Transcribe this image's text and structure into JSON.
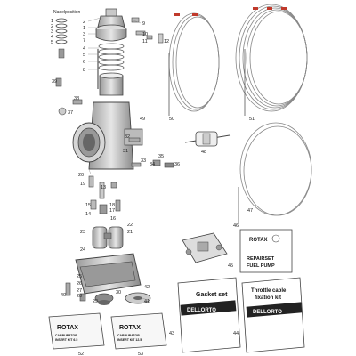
{
  "header": {
    "nadelposition": "Nadelposition"
  },
  "needle_positions": [
    "1",
    "2",
    "3",
    "4",
    "5"
  ],
  "part_numbers": [
    "1",
    "2",
    "3",
    "4",
    "5",
    "6",
    "7",
    "8",
    "9",
    "10",
    "11",
    "12",
    "13",
    "14",
    "15",
    "16",
    "17",
    "18",
    "19",
    "20",
    "21",
    "22",
    "23",
    "24",
    "25",
    "26",
    "27",
    "28",
    "29",
    "30",
    "31",
    "32",
    "33",
    "34",
    "35",
    "36",
    "37",
    "38",
    "39",
    "40",
    "41",
    "42",
    "43",
    "44",
    "45",
    "46",
    "47",
    "48",
    "49",
    "50",
    "51",
    "52",
    "53"
  ],
  "labels": {
    "rotax_brand": "ROTAX",
    "repair_set_line1": "REPAIRSET",
    "repair_set_line2": "FUEL PUMP",
    "carb_kit_left_brand": "ROTAX",
    "carb_kit_left_line1": "CARBURATOR",
    "carb_kit_left_line2": "INSERT KIT 6.5",
    "carb_kit_right_brand": "ROTAX",
    "carb_kit_right_line1": "CARBURATOR",
    "carb_kit_right_line2": "INSERT KIT 12.5",
    "gasket_set_title": "Gasket set",
    "gasket_set_brand": "DELLORTO",
    "throttle_kit_title_line1": "Throttle cable",
    "throttle_kit_title_line2": "fixation kit",
    "throttle_kit_brand": "DELLORTO"
  },
  "colors": {
    "outline": "#444444",
    "fill_light": "#e8e8e8",
    "fill_mid": "#bdbdbd",
    "fill_dark": "#7a7a7a",
    "accent_red": "#c0392b"
  }
}
